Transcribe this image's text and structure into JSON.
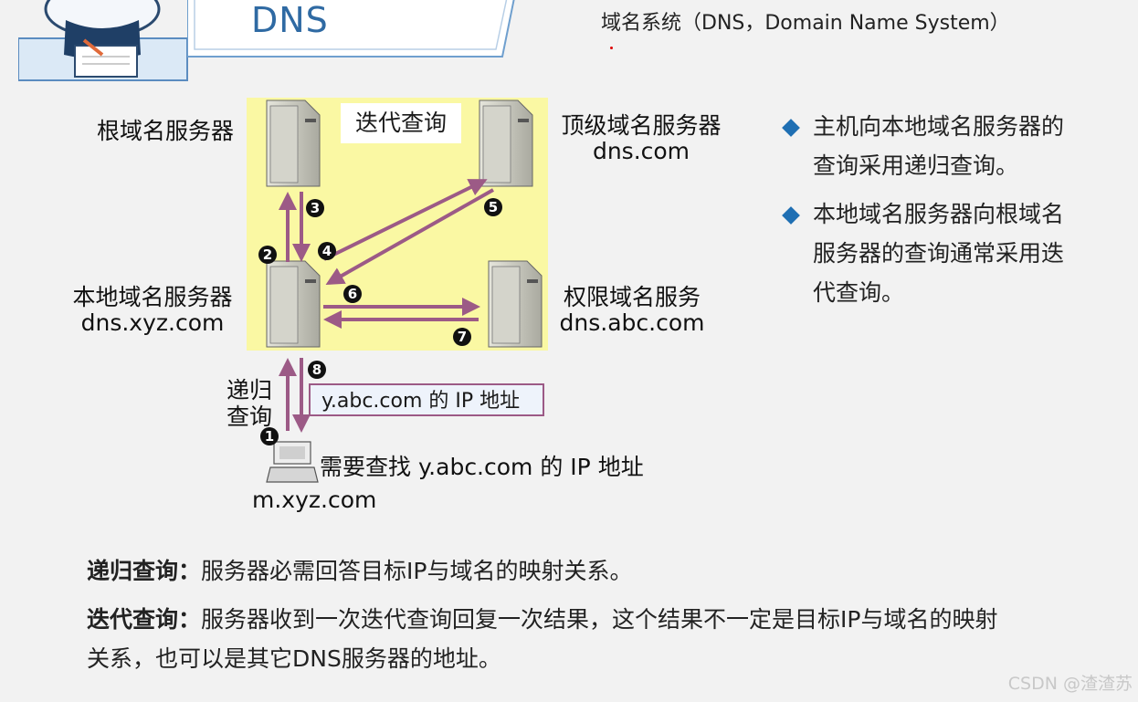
{
  "header": {
    "title": "DNS",
    "subtitle": "域名系统（DNS，Domain Name System）"
  },
  "diagram": {
    "iteration_label": "迭代查询",
    "root_server": {
      "label": "根域名服务器"
    },
    "tld_server": {
      "label": "顶级域名服务器",
      "domain": "dns.com"
    },
    "local_server": {
      "label": "本地域名服务器",
      "domain": "dns.xyz.com"
    },
    "auth_server": {
      "label": "权限域名服务",
      "domain": "dns.abc.com"
    },
    "host": {
      "domain": "m.xyz.com",
      "query_text": "需要查找 y.abc.com 的 IP 地址"
    },
    "recursion_label_line1": "递归",
    "recursion_label_line2": "查询",
    "answer_box": "y.abc.com 的 IP 地址",
    "steps": [
      "❶",
      "❷",
      "❸",
      "❹",
      "❺",
      "❻",
      "❼",
      "❽"
    ],
    "colors": {
      "panel": "#faf8a3",
      "arrow": "#9c5a86",
      "server": "#c9c9c0"
    }
  },
  "right_bullets": [
    {
      "line1": "主机向本地域名服务器的",
      "line2": "查询采用递归查询。"
    },
    {
      "line1": "本地域名服务器向根域名",
      "line2": "服务器的查询通常采用迭",
      "line3": "代查询。"
    }
  ],
  "bottom_bullets": [
    {
      "term": "递归查询：",
      "text": "服务器必需回答目标IP与域名的映射关系。"
    },
    {
      "term": "迭代查询：",
      "text": "服务器收到一次迭代查询回复一次结果，这个结果不一定是目标IP与域名的映射",
      "text2": "关系，也可以是其它DNS服务器的地址。"
    }
  ],
  "watermark": "CSDN @渣渣苏",
  "accent_color": "#1f6fb3"
}
